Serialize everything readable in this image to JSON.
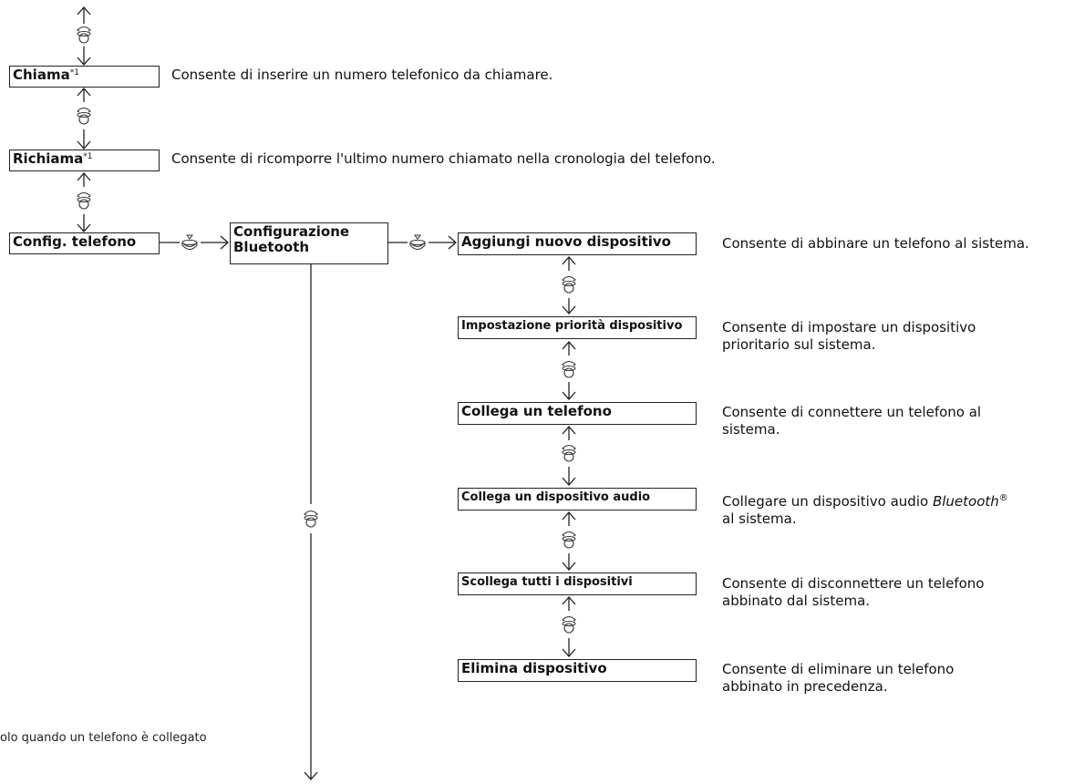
{
  "menu": {
    "dial": {
      "label": "Chiama",
      "mark": "*1",
      "desc": "Consente di inserire un numero telefonico da chiamare."
    },
    "redial": {
      "label": "Richiama",
      "mark": "*1",
      "desc": "Consente di ricomporre l'ultimo numero chiamato nella cronologia del telefono."
    },
    "phone_setup": {
      "label": "Config. telefono"
    },
    "bt_setup": {
      "line1": "Configurazione",
      "line2": "Bluetooth"
    }
  },
  "submenu": [
    {
      "label": "Aggiungi nuovo dispositivo",
      "desc1": "Consente di abbinare un telefono al sistema.",
      "desc2": ""
    },
    {
      "label": "Impostazione priorità dispositivo",
      "desc1": "Consente di impostare un dispositivo",
      "desc2": "prioritario sul sistema."
    },
    {
      "label": "Collega un telefono",
      "desc1": "Consente di connettere un telefono al",
      "desc2": "sistema."
    },
    {
      "label": "Collega un dispositivo audio",
      "desc1_pre": "Collegare un dispositivo audio ",
      "desc1_italic": "Bluetooth",
      "desc1_reg": "®",
      "desc2": "al sistema."
    },
    {
      "label": "Scollega tutti i dispositivi",
      "desc1": "Consente di disconnettere un telefono",
      "desc2": "abbinato dal sistema."
    },
    {
      "label": "Elimina dispositivo",
      "desc1": "Consente di eliminare un telefono",
      "desc2": "abbinato in precedenza."
    }
  ],
  "footnote": "olo quando un telefono è collegato",
  "icons": {
    "rotate": "selector-rotate-icon",
    "press": "selector-press-icon",
    "arrow": "arrow-icon"
  }
}
